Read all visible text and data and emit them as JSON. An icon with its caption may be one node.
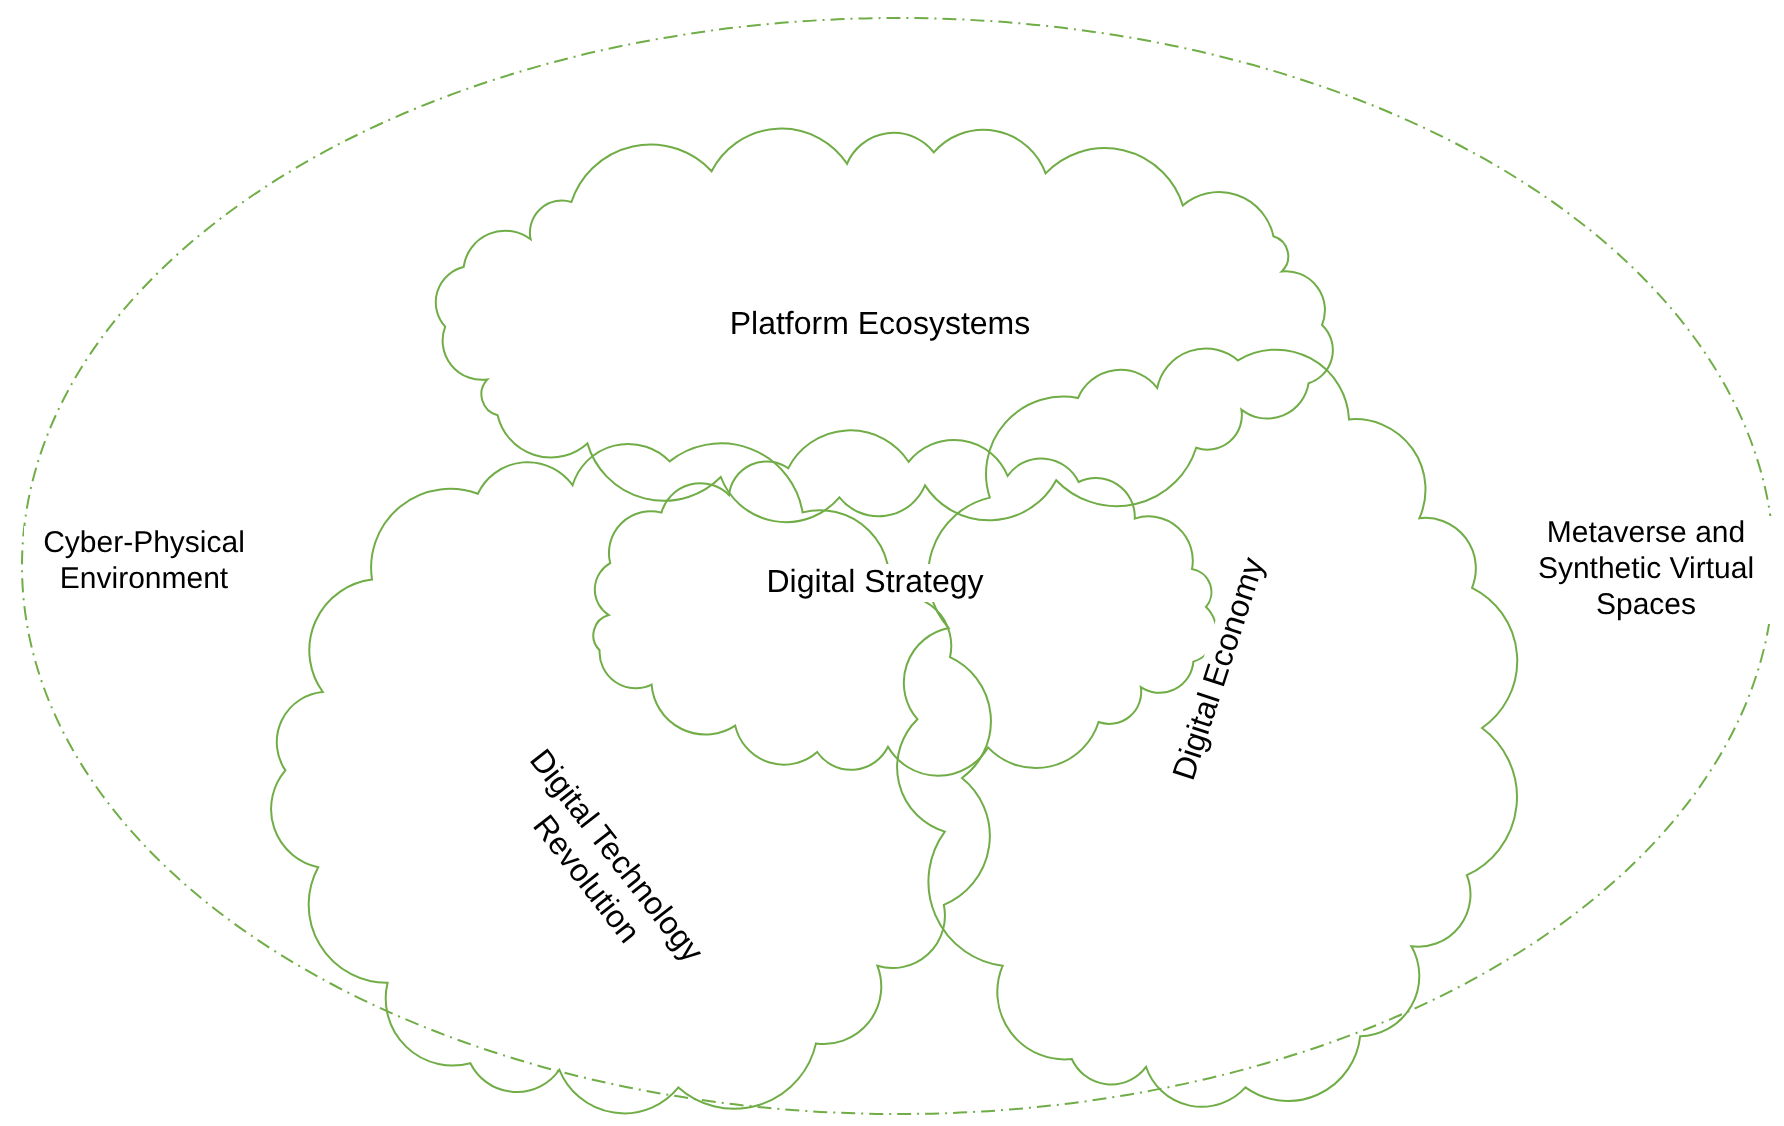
{
  "diagram": {
    "nodes": [
      {
        "text": [
          "Cyber-Physical Environment",
          "Metaverse and Synthetic Virtual Spaces"
        ]
      },
      {
        "text": [
          "Digital Technology Revolution"
        ],
        "in": 0
      },
      {
        "text": [
          "Digital Economy"
        ],
        "in": 0
      },
      {
        "text": [
          "Platform Ecosystems"
        ],
        "in": 0
      },
      {
        "text": [
          "Digital Strategy"
        ],
        "in": 0
      }
    ]
  }
}
